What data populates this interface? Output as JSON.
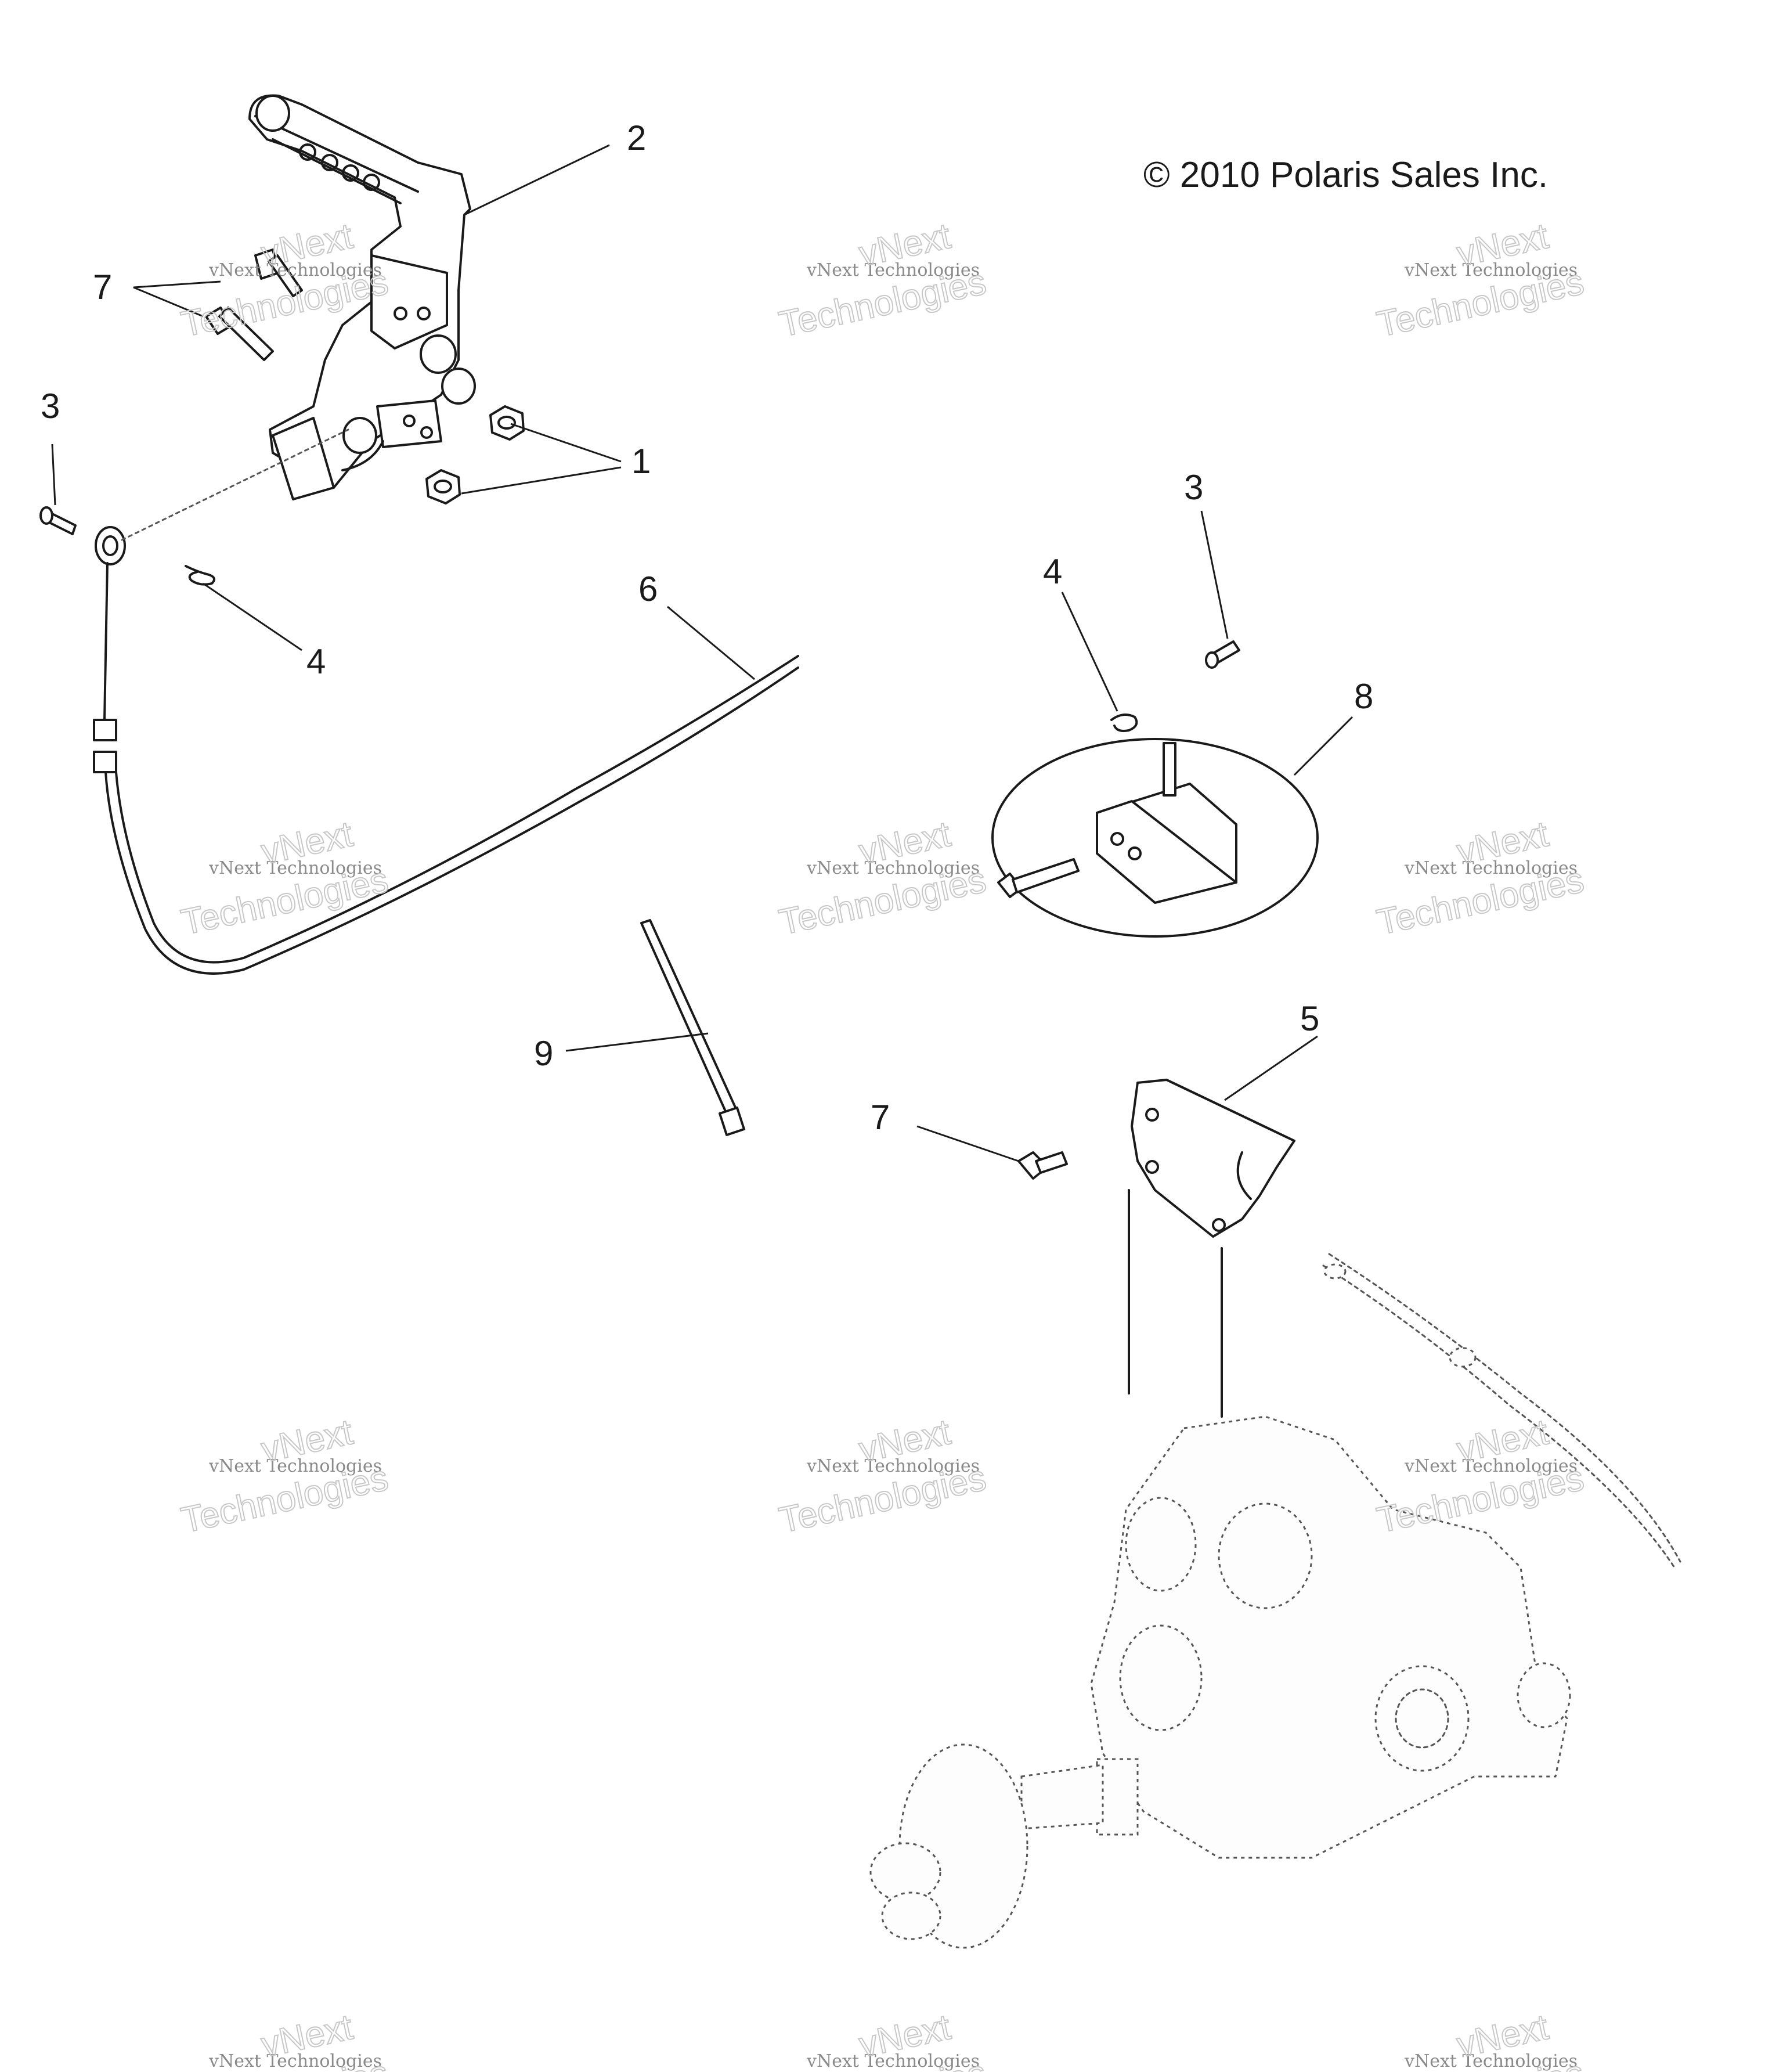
{
  "copyright": "© 2010 Polaris Sales Inc.",
  "watermark": {
    "line_small": "vNext Technologies",
    "line_large_a": "vNext",
    "line_large_b": "Technologies"
  },
  "callouts": {
    "c1": "1",
    "c2": "2",
    "c3a": "3",
    "c3b": "3",
    "c4a": "4",
    "c4b": "4",
    "c5": "5",
    "c6": "6",
    "c7a": "7",
    "c7b": "7",
    "c8": "8",
    "c9": "9"
  },
  "colors": {
    "line": "#1a1a1a",
    "phantom": "#555555",
    "watermark": "#8a8a8a"
  }
}
